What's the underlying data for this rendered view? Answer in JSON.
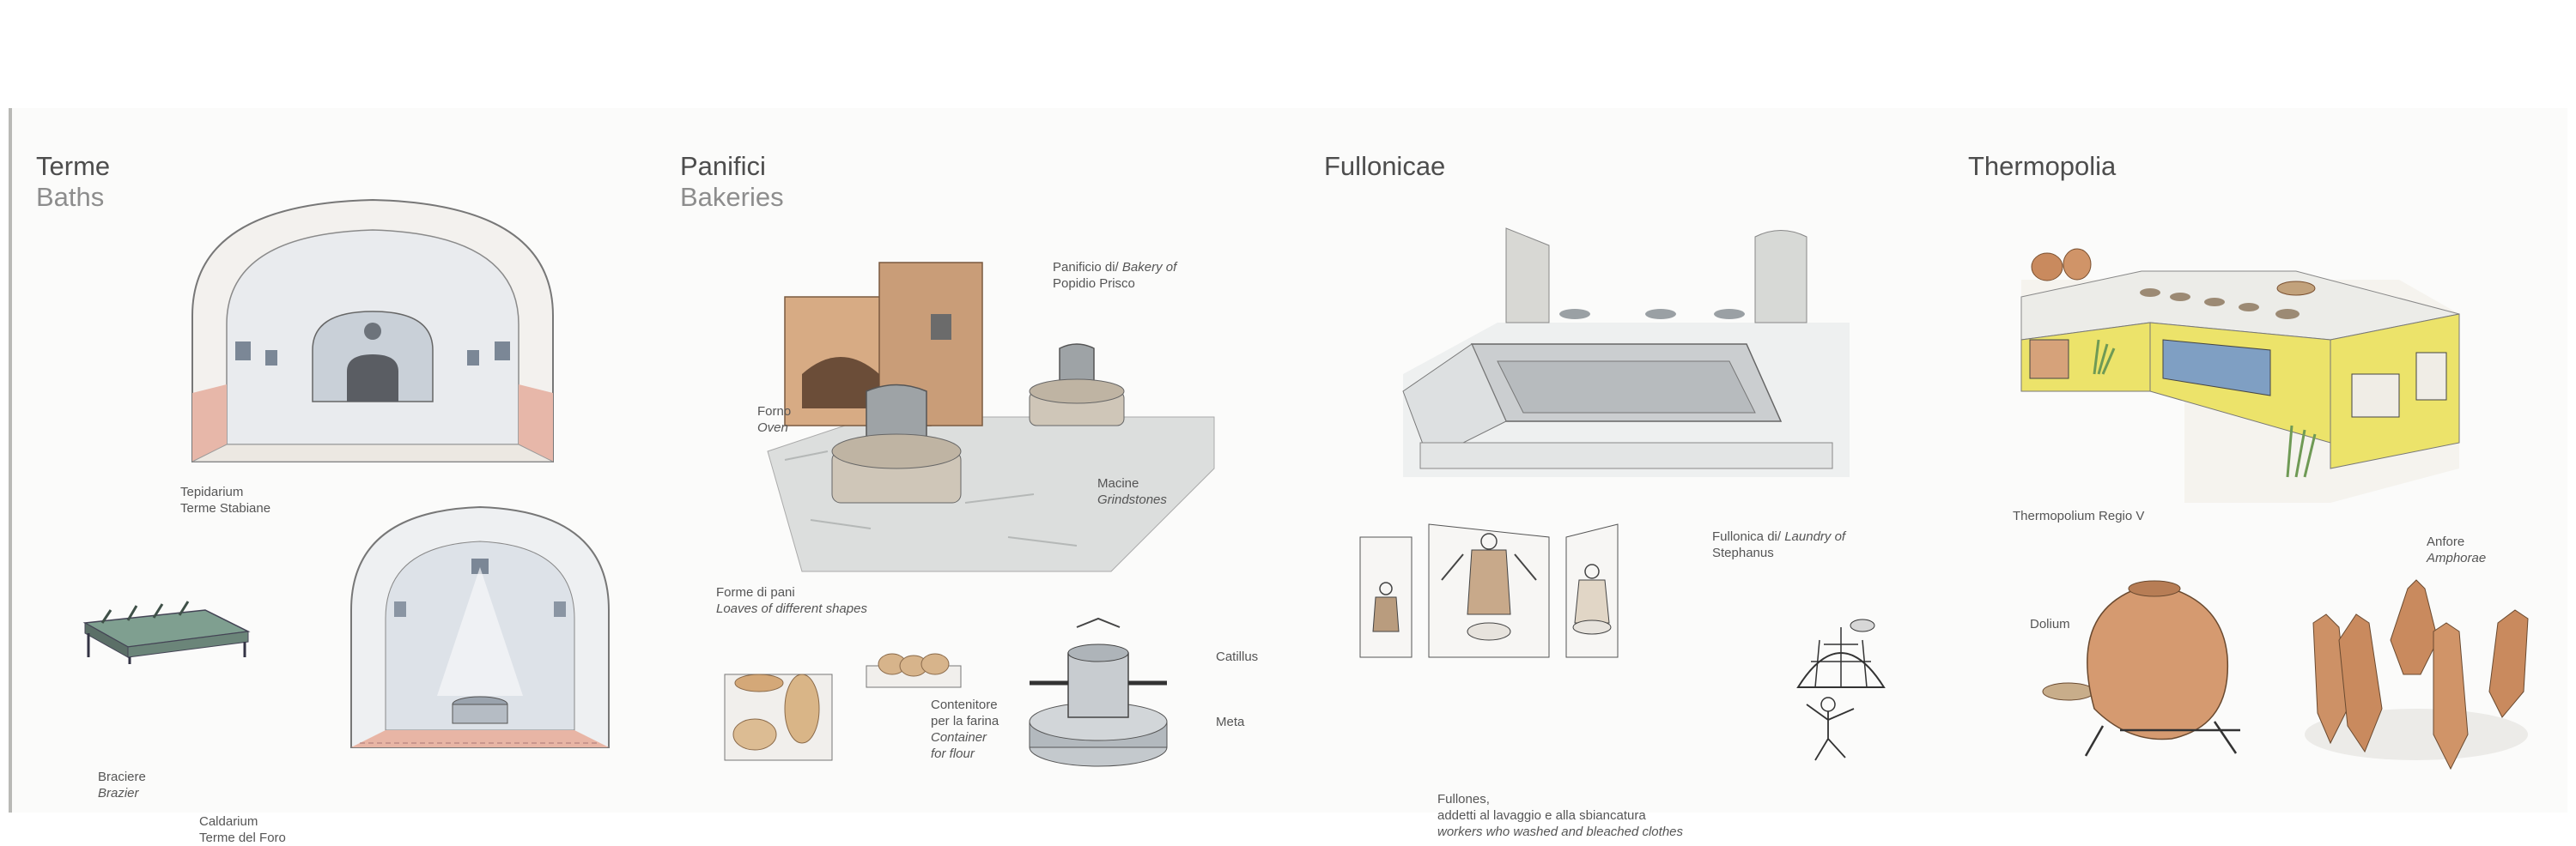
{
  "colors": {
    "ink": "#4a4a4a",
    "stone": "#c9cbc9",
    "brick": "#c9a07a",
    "terracotta": "#c98a5e",
    "wallYellow": "#ece36a",
    "fresco": "#7f9fc3",
    "plant": "#6f9a55"
  },
  "sections": [
    {
      "title": "Terme",
      "subtitle": "Baths",
      "captions": {
        "tepidarium": [
          "Tepidarium",
          "Terme Stabiane"
        ],
        "braciere_it": "Braciere",
        "braciere_en": "Brazier",
        "caldarium": [
          "Caldarium",
          "Terme del Foro"
        ]
      }
    },
    {
      "title": "Panifici",
      "subtitle": "Bakeries",
      "captions": {
        "panificio_it": "Panificio di/",
        "panificio_en": "Bakery of",
        "panificio_name": "Popidio Prisco",
        "forno_it": "Forno",
        "forno_en": "Oven",
        "macine_it": "Macine",
        "macine_en": "Grindstones",
        "forme_it": "Forme di pani",
        "forme_en": "Loaves of different shapes",
        "catillus": "Catillus",
        "meta": "Meta",
        "contenitore_it": [
          "Contenitore",
          "per la farina"
        ],
        "contenitore_en": [
          "Container",
          "for flour"
        ]
      }
    },
    {
      "title": "Fullonicae",
      "subtitle": "",
      "captions": {
        "fullonica_it": "Fullonica di/",
        "fullonica_en": "Laundry of",
        "fullonica_name": "Stephanus",
        "fullones_it": [
          "Fullones,",
          "addetti al lavaggio e alla sbiancatura"
        ],
        "fullones_en": "workers who washed and bleached clothes"
      }
    },
    {
      "title": "Thermopolia",
      "subtitle": "",
      "captions": {
        "thermopolium": "Thermopolium Regio V",
        "dolium": "Dolium",
        "anfore_it": "Anfore",
        "anfore_en": "Amphorae"
      }
    }
  ]
}
